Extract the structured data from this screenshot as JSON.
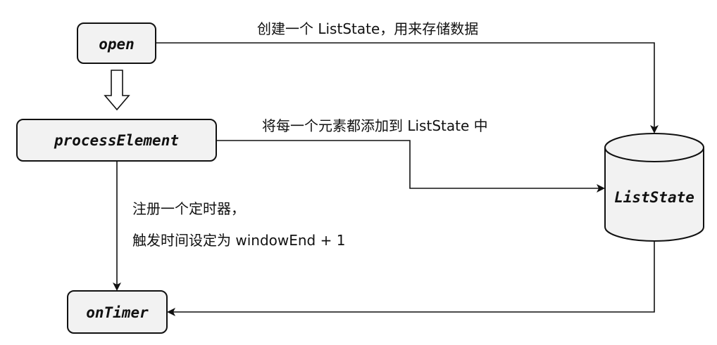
{
  "nodes": {
    "open": "open",
    "process_element": "processElement",
    "on_timer": "onTimer",
    "list_state": "ListState"
  },
  "edge_labels": {
    "open_to_state": "创建一个 ListState，用来存储数据",
    "process_to_state": "将每一个元素都添加到 ListState 中",
    "register_timer_line1": "注册一个定时器，",
    "register_timer_line2": "触发时间设定为 windowEnd + 1"
  },
  "colors": {
    "box_fill": "#f2f2f2",
    "stroke": "#111111",
    "background": "#ffffff"
  }
}
